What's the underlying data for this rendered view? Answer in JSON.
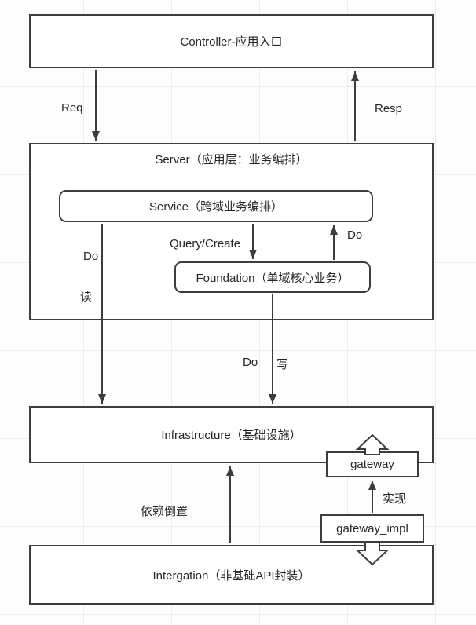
{
  "diagram": {
    "boxes": {
      "controller": "Controller-应用入口",
      "server": "Server（应用层：业务编排）",
      "service": "Service（跨域业务编排）",
      "foundation": "Foundation（单域核心业务）",
      "infrastructure": "Infrastructure（基础设施）",
      "gateway": "gateway",
      "gateway_impl": "gateway_impl",
      "integration": "Intergation（非基础API封装）"
    },
    "labels": {
      "req": "Req",
      "resp": "Resp",
      "do_read": "Do",
      "read": "读",
      "query_create": "Query/Create",
      "do_up": "Do",
      "do_write": "Do",
      "write": "写",
      "dependency_inversion": "依赖倒置",
      "implement": "实现"
    },
    "colors": {
      "stroke": "#3d3d3d",
      "text": "#262626",
      "box_fill": "#ffffff",
      "grid": "#d2dbe8"
    }
  }
}
